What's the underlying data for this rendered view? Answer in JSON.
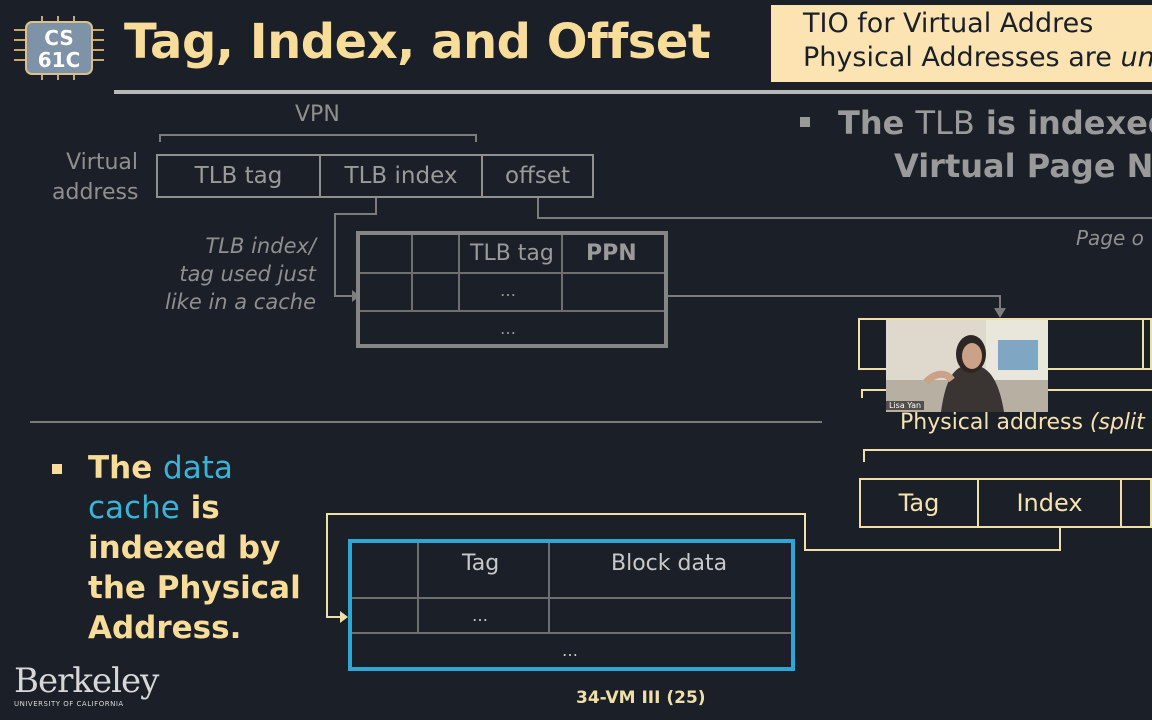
{
  "logo": {
    "line1": "CS",
    "line2": "61C"
  },
  "title": "Tag, Index, and Offset",
  "callout": {
    "line1": "TIO for Virtual Addres",
    "line2_pre": "Physical Addresses are ",
    "line2_em": "un"
  },
  "tlb_bullet": {
    "line1_a": "The ",
    "line1_b": "TLB",
    "line1_c": " is indexed b",
    "line2": "Virtual Page Nu"
  },
  "virtual_address": {
    "vpn_label": "VPN",
    "label": [
      "Virtual",
      "address"
    ],
    "fields": [
      "TLB tag",
      "TLB index",
      "offset"
    ]
  },
  "tlb_note": [
    "TLB index/",
    "tag used just",
    "like in a cache"
  ],
  "tlb_table": {
    "headers": [
      "TLB tag",
      "PPN"
    ],
    "row_ellipsis": "…",
    "bottom_ellipsis": "…"
  },
  "page_offset_label": "Page o",
  "physical_address": {
    "label": "Physical address",
    "label_em": "(split tv",
    "fields": [
      "Tag",
      "Index"
    ]
  },
  "data_bullet": {
    "line1_a": "The ",
    "line1_b": "data",
    "line2_a": "cache",
    "line2_b": " is",
    "line3": "indexed by",
    "line4": "the Physical",
    "line5": "Address."
  },
  "cache_table": {
    "headers": [
      "Tag",
      "Block data"
    ],
    "row_ellipsis": "…",
    "bottom_ellipsis": "…"
  },
  "video": {
    "name": "Lisa Yan"
  },
  "footer": {
    "university": "Berkeley",
    "university_sub": "UNIVERSITY OF CALIFORNIA",
    "slide_number": "34-VM III (25)"
  },
  "colors": {
    "background": "#1b2028",
    "title": "#f7dd99",
    "accent_blue": "#2fa6d3",
    "callout_bg": "#fbe3b2"
  }
}
